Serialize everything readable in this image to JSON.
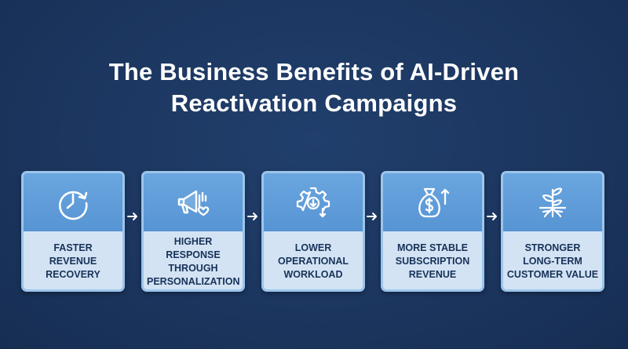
{
  "title": {
    "line1": "The Business Benefits of AI-Driven",
    "line2": "Reactivation Campaigns"
  },
  "steps": [
    {
      "label": "FASTER\nREVENUE\nRECOVERY",
      "icon": "clock-icon"
    },
    {
      "label": "HIGHER RESPONSE\nTHROUGH\nPERSONALIZATION",
      "icon": "megaphone-heart-icon"
    },
    {
      "label": "LOWER\nOPERATIONAL\nWORKLOAD",
      "icon": "gear-down-arrow-icon"
    },
    {
      "label": "MORE STABLE\nSUBSCRIPTION\nREVENUE",
      "icon": "money-bag-up-arrow-icon"
    },
    {
      "label": "STRONGER\nLONG-TERM\nCUSTOMER VALUE",
      "icon": "sprout-icon"
    }
  ],
  "colors": {
    "background": "#1b355e",
    "card_top": "#5d9bd8",
    "card_border": "#9cc5ec",
    "card_bottom": "#d3e3f4",
    "label_text": "#173258",
    "title_text": "#ffffff"
  }
}
